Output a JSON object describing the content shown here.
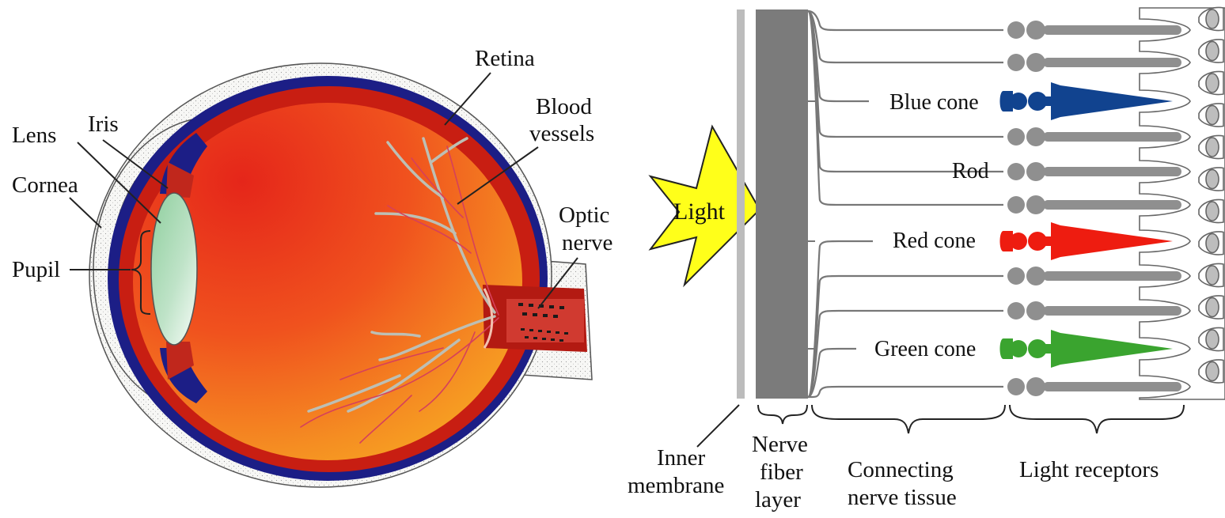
{
  "eye": {
    "labels": {
      "retina": "Retina",
      "blood_vessels": [
        "Blood",
        "vessels"
      ],
      "iris": "Iris",
      "lens": "Lens",
      "cornea": "Cornea",
      "pupil": "Pupil",
      "optic_nerve": [
        "Optic",
        "nerve"
      ]
    }
  },
  "retina_layers": {
    "light": "Light",
    "receptors": {
      "blue_cone": "Blue cone",
      "rod": "Rod",
      "red_cone": "Red cone",
      "green_cone": "Green cone"
    },
    "layers": {
      "inner_membrane": [
        "Inner",
        "membrane"
      ],
      "nerve_fiber_layer": [
        "Nerve",
        "fiber",
        "layer"
      ],
      "connecting_nerve_tissue": [
        "Connecting",
        "nerve tissue"
      ],
      "light_receptors": "Light receptors"
    }
  },
  "colors": {
    "eyeball_red": "#e8321b",
    "eyeball_orange": "#f6a423",
    "choroid_darkred": "#c81e12",
    "sclera_blue": "#1c1e86",
    "lens_green": "#a9d6b2",
    "vessel_gray": "#bdbfb4",
    "vessel_red": "#d6405a",
    "light_yellow": "#ffff1a",
    "nerve_gray": "#8a8a8a",
    "blue_cone": "#11438f",
    "red_cone": "#ee1c10",
    "green_cone": "#3aa42f",
    "rod_gray": "#8f8f8f"
  }
}
